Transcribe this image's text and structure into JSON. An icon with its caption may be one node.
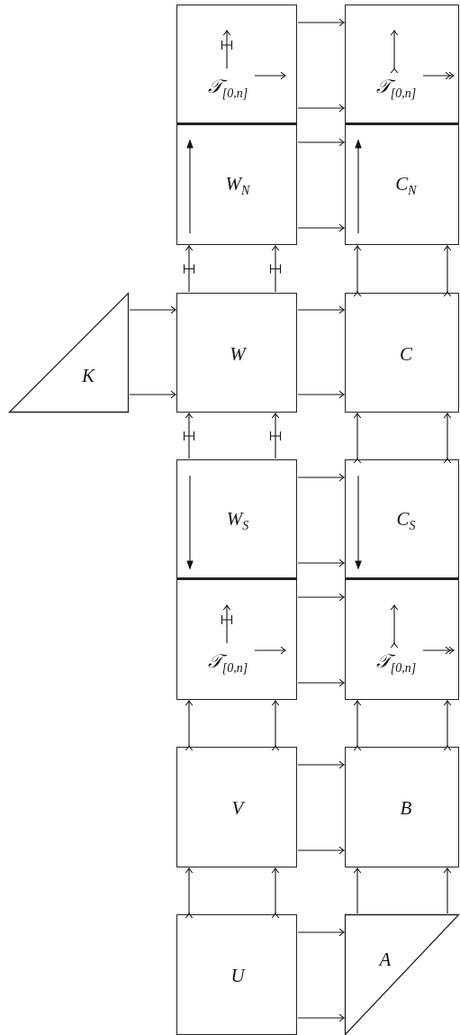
{
  "diagram": {
    "nodes": [
      {
        "text": [
          "𝒯$_{[0,n]}$"
        ]
      },
      {
        "text": [
          "W$_{N}$"
        ]
      },
      {
        "text": [
          "𝒯$_{[0,n]}$"
        ]
      },
      {
        "text": [
          "C$_{N}$"
        ]
      },
      {
        "text": [
          "K"
        ]
      },
      {
        "text": [
          "W"
        ]
      },
      {
        "text": [
          "C"
        ]
      },
      {
        "text": [
          "W$_{S}$"
        ]
      },
      {
        "text": [
          "C$_{S}$"
        ]
      },
      {
        "text": [
          "𝒯$_{[0,n]}$"
        ]
      },
      {
        "text": [
          "𝒯$_{[0,n]}$"
        ]
      },
      {
        "text": [
          "V"
        ]
      },
      {
        "text": [
          "B"
        ]
      },
      {
        "text": [
          "U"
        ]
      },
      {
        "text": [
          "A"
        ]
      }
    ],
    "edges": [
      {
        "from": 0,
        "to": 2,
        "arrow": "to"
      },
      {
        "from": 0,
        "to": 2,
        "arrow": "to"
      },
      {
        "from": 1,
        "to": 3,
        "arrow": "to"
      },
      {
        "from": 1,
        "to": 3,
        "arrow": "to"
      },
      {
        "from": 5,
        "to": 1,
        "arrow": "to"
      },
      {
        "from": 5,
        "to": 1,
        "arrow": "to"
      },
      {
        "from": 6,
        "to": 3,
        "arrow": "to"
      },
      {
        "from": 6,
        "to": 3,
        "arrow": "to"
      },
      {
        "from": 4,
        "to": 5,
        "arrow": "to"
      },
      {
        "from": 4,
        "to": 5,
        "arrow": "to"
      },
      {
        "from": 5,
        "to": 6,
        "arrow": "to"
      },
      {
        "from": 5,
        "to": 6,
        "arrow": "to"
      },
      {
        "from": 7,
        "to": 5,
        "arrow": "to"
      },
      {
        "from": 7,
        "to": 5,
        "arrow": "to"
      },
      {
        "from": 8,
        "to": 6,
        "arrow": "to"
      },
      {
        "from": 8,
        "to": 6,
        "arrow": "to"
      },
      {
        "from": 7,
        "to": 8,
        "arrow": "to"
      },
      {
        "from": 7,
        "to": 8,
        "arrow": "to"
      },
      {
        "from": 9,
        "to": 10,
        "arrow": "to"
      },
      {
        "from": 9,
        "to": 10,
        "arrow": "to"
      },
      {
        "from": 11,
        "to": 9,
        "arrow": "to"
      },
      {
        "from": 11,
        "to": 9,
        "arrow": "to"
      },
      {
        "from": 12,
        "to": 10,
        "arrow": "to"
      },
      {
        "from": 12,
        "to": 10,
        "arrow": "to"
      },
      {
        "from": 11,
        "to": 12,
        "arrow": "to"
      },
      {
        "from": 11,
        "to": 12,
        "arrow": "to"
      },
      {
        "from": 13,
        "to": 11,
        "arrow": "to"
      },
      {
        "from": 13,
        "to": 11,
        "arrow": "to"
      },
      {
        "from": 14,
        "to": 12,
        "arrow": "to"
      },
      {
        "from": 14,
        "to": 12,
        "arrow": "to"
      },
      {
        "from": 13,
        "to": 14,
        "arrow": "to"
      },
      {
        "from": 13,
        "to": 14,
        "arrow": "to"
      }
    ]
  }
}
